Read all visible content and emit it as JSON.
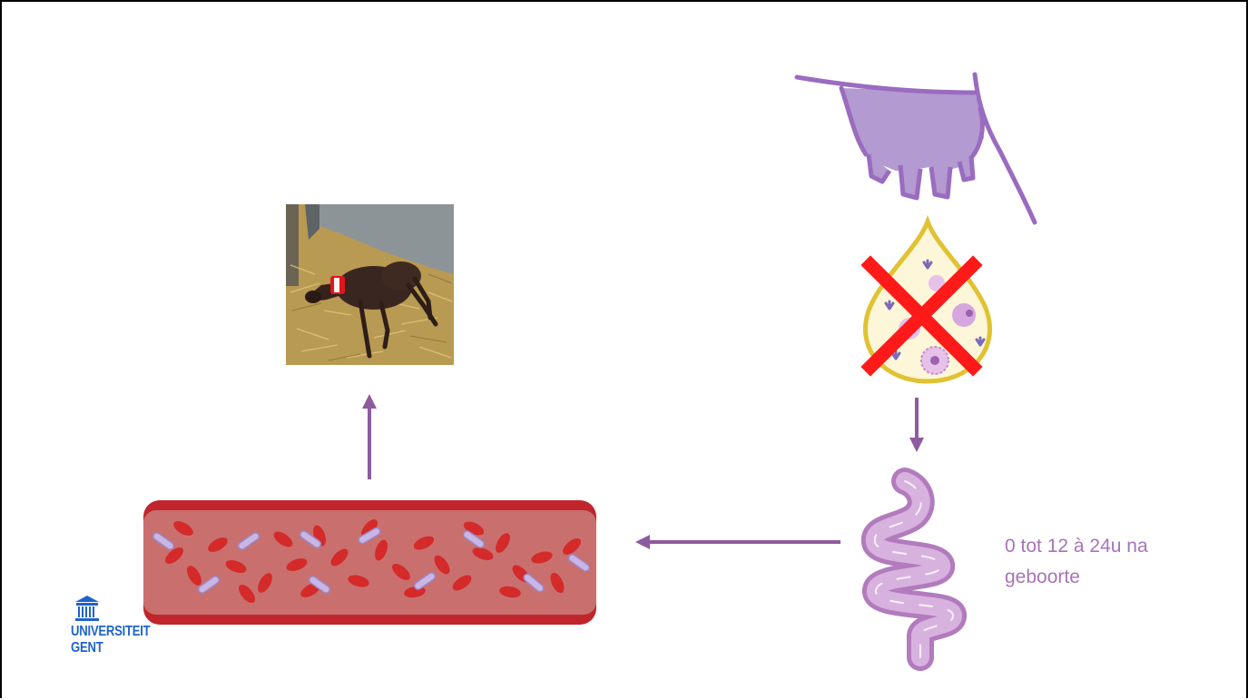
{
  "timing_label": "0  tot 12 à 24u na geboorte",
  "logo": {
    "line1": "UNIVERSITEIT",
    "line2": "GENT",
    "icon": "university-building-icon"
  },
  "colors": {
    "arrow": "#8e5aa0",
    "label": "#a774b6",
    "udder_fill": "#b39ad0",
    "udder_stroke": "#9a6cc0",
    "cross": "#ff1a1a",
    "drop_outline": "#e0c232",
    "drop_fill": "#fdf6d8",
    "vessel_wall": "#c0262c",
    "vessel_inner": "#c9706f",
    "rbc": "#d42a2a",
    "bacteria": "#c9b6e4",
    "intestine": "#c79bcf",
    "logo_blue": "#1e64c8"
  },
  "icons": {
    "photo": "sick-foal-photo",
    "udder": "udder-icon",
    "colostrum": "colostrum-drop-icon",
    "cross": "red-cross-icon",
    "intestine": "intestine-icon",
    "bloodstream": "blood-vessel-icon"
  }
}
